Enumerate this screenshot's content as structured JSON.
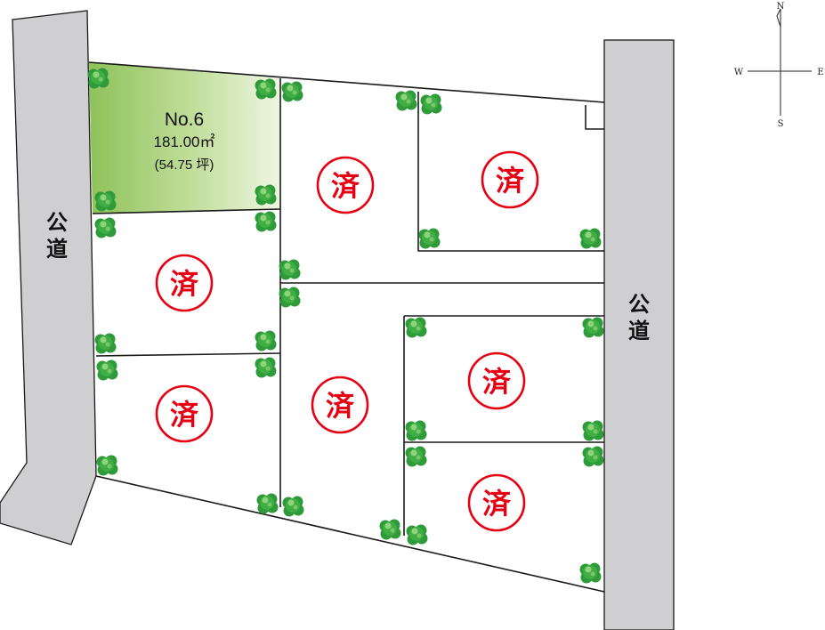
{
  "roads": [
    {
      "id": "west",
      "label": "公道"
    },
    {
      "id": "east",
      "label": "公道"
    }
  ],
  "compass": {
    "north": "N",
    "south": "S",
    "east": "E",
    "west": "W"
  },
  "lots": [
    {
      "id": "lot-6",
      "status": "available",
      "name": "No.6",
      "area": "181.00㎡",
      "tsubo": "(54.75 坪)",
      "color": "#8ec25a"
    },
    {
      "id": "lot-a",
      "status": "sold",
      "mark": "済"
    },
    {
      "id": "lot-b",
      "status": "sold",
      "mark": "済"
    },
    {
      "id": "lot-c",
      "status": "sold",
      "mark": "済"
    },
    {
      "id": "lot-d",
      "status": "sold",
      "mark": "済"
    },
    {
      "id": "lot-e",
      "status": "sold",
      "mark": "済"
    },
    {
      "id": "lot-f",
      "status": "sold",
      "mark": "済"
    },
    {
      "id": "lot-g",
      "status": "sold",
      "mark": "済"
    }
  ],
  "colors": {
    "sold_mark": "#e60012",
    "road": "#cfcfd1",
    "tree": "#2f9a3a"
  }
}
